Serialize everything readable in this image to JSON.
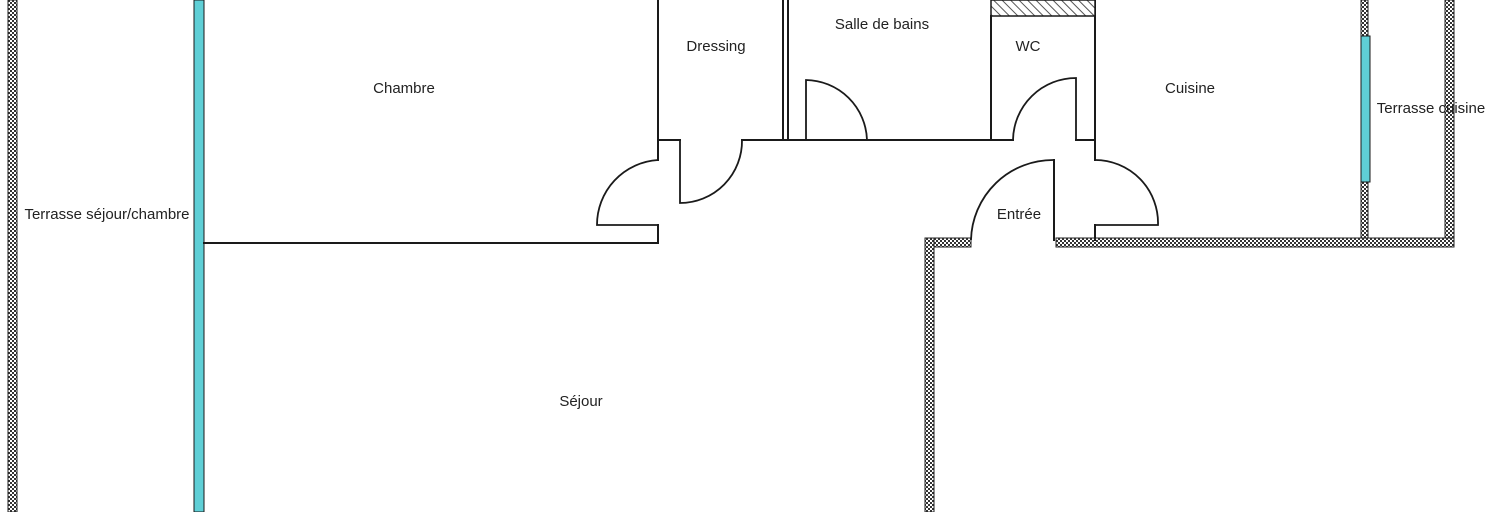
{
  "rooms": {
    "chambre": "Chambre",
    "dressing": "Dressing",
    "salle_de_bains": "Salle de bains",
    "wc": "WC",
    "cuisine": "Cuisine",
    "terrasse_cuisine": "Terrasse cuisine",
    "terrasse_sejour_chambre": "Terrasse séjour/chambre",
    "entree": "Entrée",
    "sejour": "Séjour"
  },
  "colors": {
    "window": "#5fcfd6",
    "wall": "#1a1a1a",
    "background": "#ffffff"
  }
}
